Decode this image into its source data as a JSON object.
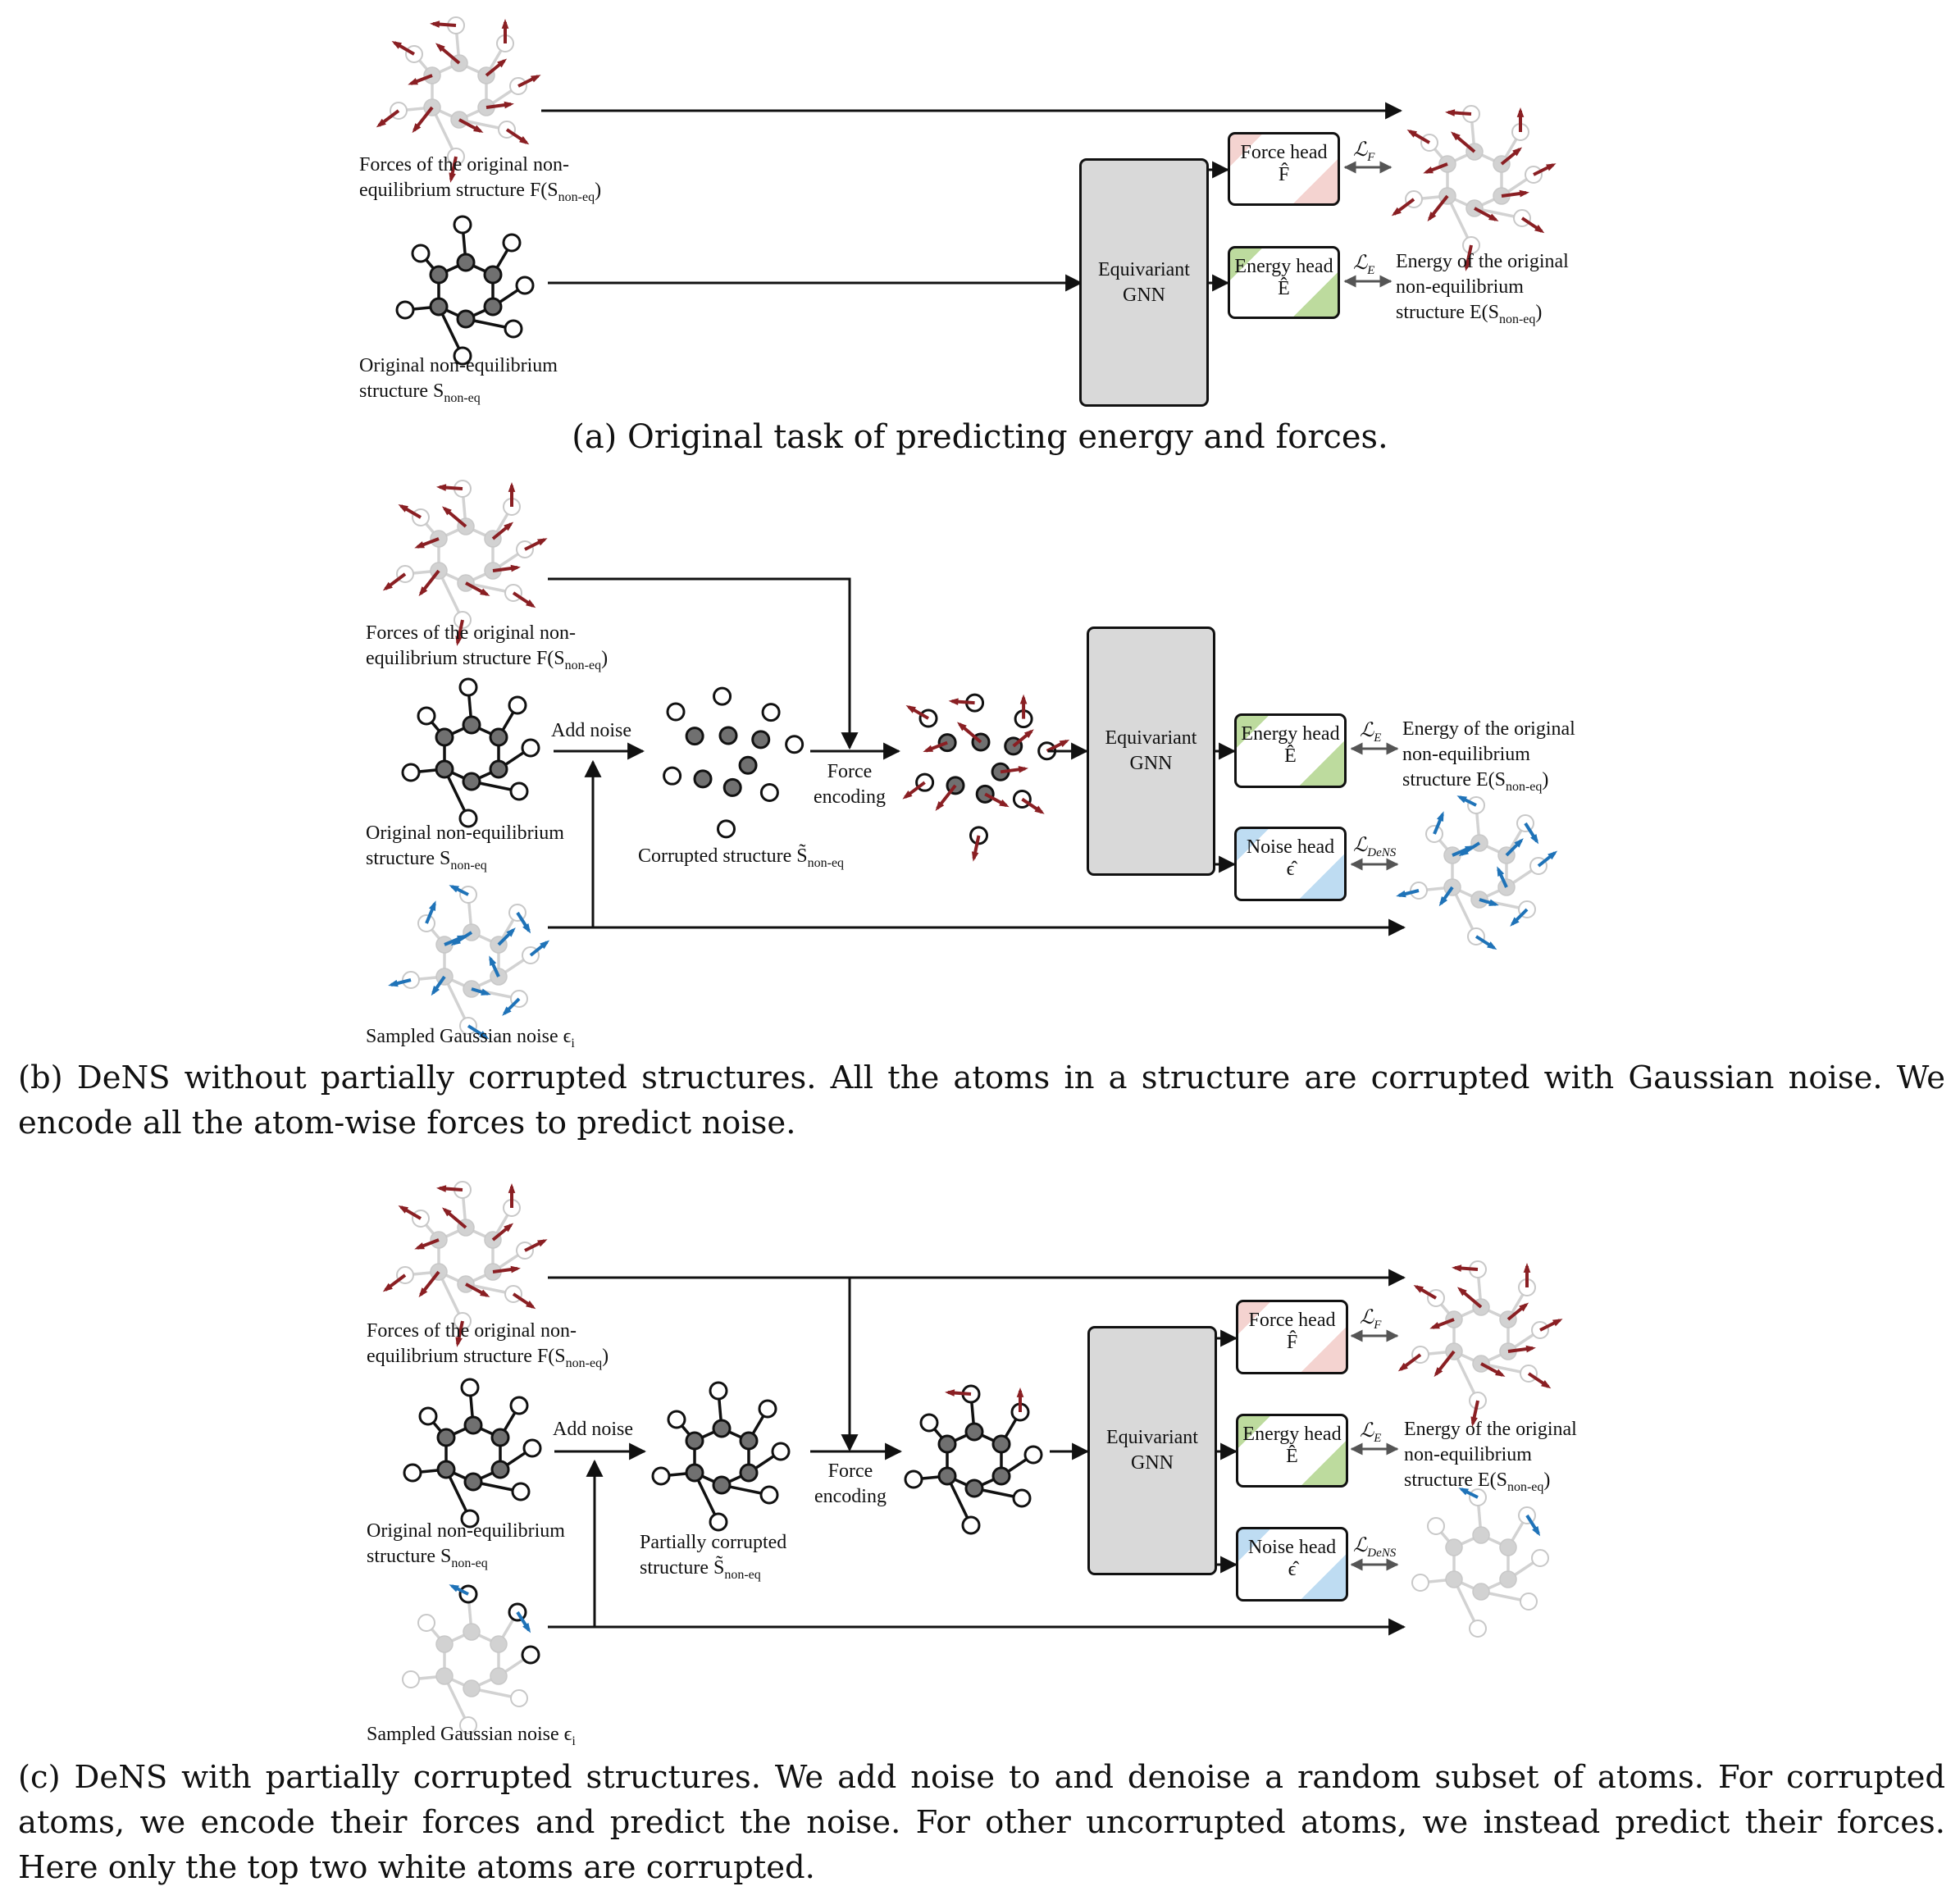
{
  "colors": {
    "force_arrow": "#8a1f23",
    "noise_arrow": "#1f73b8",
    "dark_atom": "#707070",
    "light_atom": "#d2d2d2",
    "gnn_fill": "#d9d9d9",
    "force_head_tint": "#f4d3d0",
    "energy_head_tint": "#bddb9e",
    "noise_head_tint": "#bedcf2"
  },
  "panel_a": {
    "forces_label": [
      "Forces of the original non-",
      "equilibrium structure F(S",
      "non-eq",
      ")"
    ],
    "structure_label": [
      "Original non-equilibrium",
      "structure S",
      "non-eq"
    ],
    "gnn": [
      "Equivariant",
      "GNN"
    ],
    "force_head": {
      "name": "Force head",
      "symbol": "F̂",
      "loss": "ℒ",
      "loss_sub": "F"
    },
    "energy_head": {
      "name": "Energy head",
      "symbol": "Ê",
      "loss": "ℒ",
      "loss_sub": "E"
    },
    "energy_target": [
      "Energy of the original",
      "non-equilibrium",
      "structure E(S",
      "non-eq",
      ")"
    ],
    "caption": "(a) Original task of predicting energy and forces."
  },
  "panel_b": {
    "forces_label": [
      "Forces of the original non-",
      "equilibrium structure F(S",
      "non-eq",
      ")"
    ],
    "structure_label": [
      "Original non-equilibrium",
      "structure S",
      "non-eq"
    ],
    "add_noise": "Add noise",
    "corrupted_label": [
      "Corrupted structure S̃",
      "non-eq"
    ],
    "force_encoding": [
      "Force",
      "encoding"
    ],
    "noise_label": "Sampled Gaussian noise ϵ",
    "noise_sub": "i",
    "gnn": [
      "Equivariant",
      "GNN"
    ],
    "energy_head": {
      "name": "Energy head",
      "symbol": "Ê",
      "loss": "ℒ",
      "loss_sub": "E"
    },
    "noise_head": {
      "name": "Noise head",
      "symbol": "ϵ̂",
      "loss": "ℒ",
      "loss_sub": "DeNS"
    },
    "energy_target": [
      "Energy of the original",
      "non-equilibrium",
      "structure E(S",
      "non-eq",
      ")"
    ],
    "caption": "(b) DeNS without partially corrupted structures. All the atoms in a structure are corrupted with Gaussian noise. We encode all the atom-wise forces to predict noise."
  },
  "panel_c": {
    "forces_label": [
      "Forces of the original non-",
      "equilibrium structure F(S",
      "non-eq",
      ")"
    ],
    "structure_label": [
      "Original non-equilibrium",
      "structure S",
      "non-eq"
    ],
    "add_noise": "Add noise",
    "corrupted_label": [
      "Partially corrupted",
      "structure S̃",
      "non-eq"
    ],
    "force_encoding": [
      "Force",
      "encoding"
    ],
    "noise_label": "Sampled Gaussian noise ϵ",
    "noise_sub": "i",
    "gnn": [
      "Equivariant",
      "GNN"
    ],
    "force_head": {
      "name": "Force head",
      "symbol": "F̂",
      "loss": "ℒ",
      "loss_sub": "F"
    },
    "energy_head": {
      "name": "Energy head",
      "symbol": "Ê",
      "loss": "ℒ",
      "loss_sub": "E"
    },
    "noise_head": {
      "name": "Noise head",
      "symbol": "ϵ̂",
      "loss": "ℒ",
      "loss_sub": "DeNS"
    },
    "energy_target": [
      "Energy of the original",
      "non-equilibrium",
      "structure E(S",
      "non-eq",
      ")"
    ],
    "caption": "(c) DeNS with partially corrupted structures. We add noise to and denoise a random subset of atoms. For corrupted atoms, we encode their forces and predict the noise. For other uncorrupted atoms, we instead predict their forces. Here only the top two white atoms are corrupted."
  }
}
